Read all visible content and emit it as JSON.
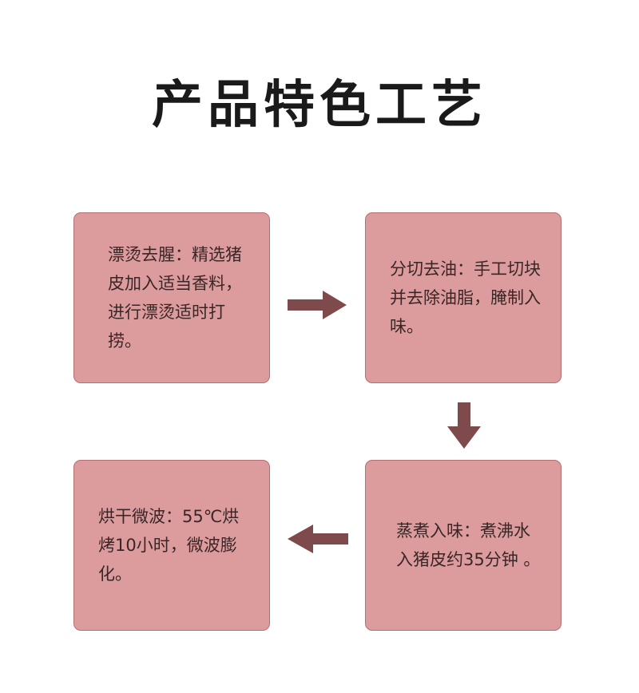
{
  "title": "产品特色工艺",
  "colors": {
    "box_fill": "#dc9c9d",
    "box_border": "#b66f71",
    "arrow": "#7e4a4b"
  },
  "steps": [
    {
      "text": "漂烫去腥：精选猪皮加入适当香料，进行漂烫适时打捞。"
    },
    {
      "text": "分切去油：手工切块并去除油脂，腌制入味。"
    },
    {
      "text": "蒸煮入味：煮沸水入猪皮约35分钟 。"
    },
    {
      "text": "烘干微波：55℃烘烤10小时，微波膨化。"
    }
  ]
}
